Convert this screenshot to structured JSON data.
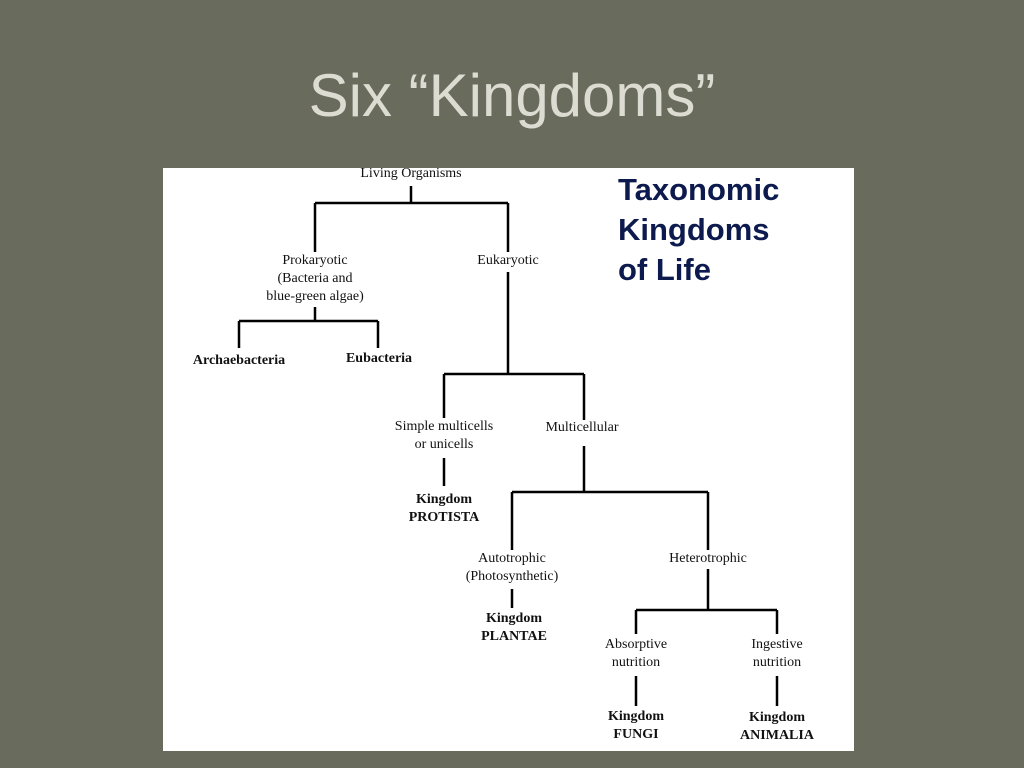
{
  "slide": {
    "title": "Six “Kingdoms”"
  },
  "diagram": {
    "heading": "Taxonomic\nKingdoms\nof Life",
    "nodes": {
      "living_organisms": "Living Organisms",
      "prokaryotic": "Prokaryotic\n(Bacteria and\nblue-green algae)",
      "eukaryotic": "Eukaryotic",
      "archaebacteria": "Archaebacteria",
      "eubacteria": "Eubacteria",
      "simple_multicells": "Simple multicells\nor unicells",
      "multicellular": "Multicellular",
      "kingdom_protista": "Kingdom\nPROTISTA",
      "autotrophic": "Autotrophic\n(Photosynthetic)",
      "heterotrophic": "Heterotrophic",
      "kingdom_plantae": "Kingdom\nPLANTAE",
      "absorptive": "Absorptive\nnutrition",
      "ingestive": "Ingestive\nnutrition",
      "kingdom_fungi": "Kingdom\nFUNGI",
      "kingdom_animalia": "Kingdom\nANIMALIA"
    }
  }
}
